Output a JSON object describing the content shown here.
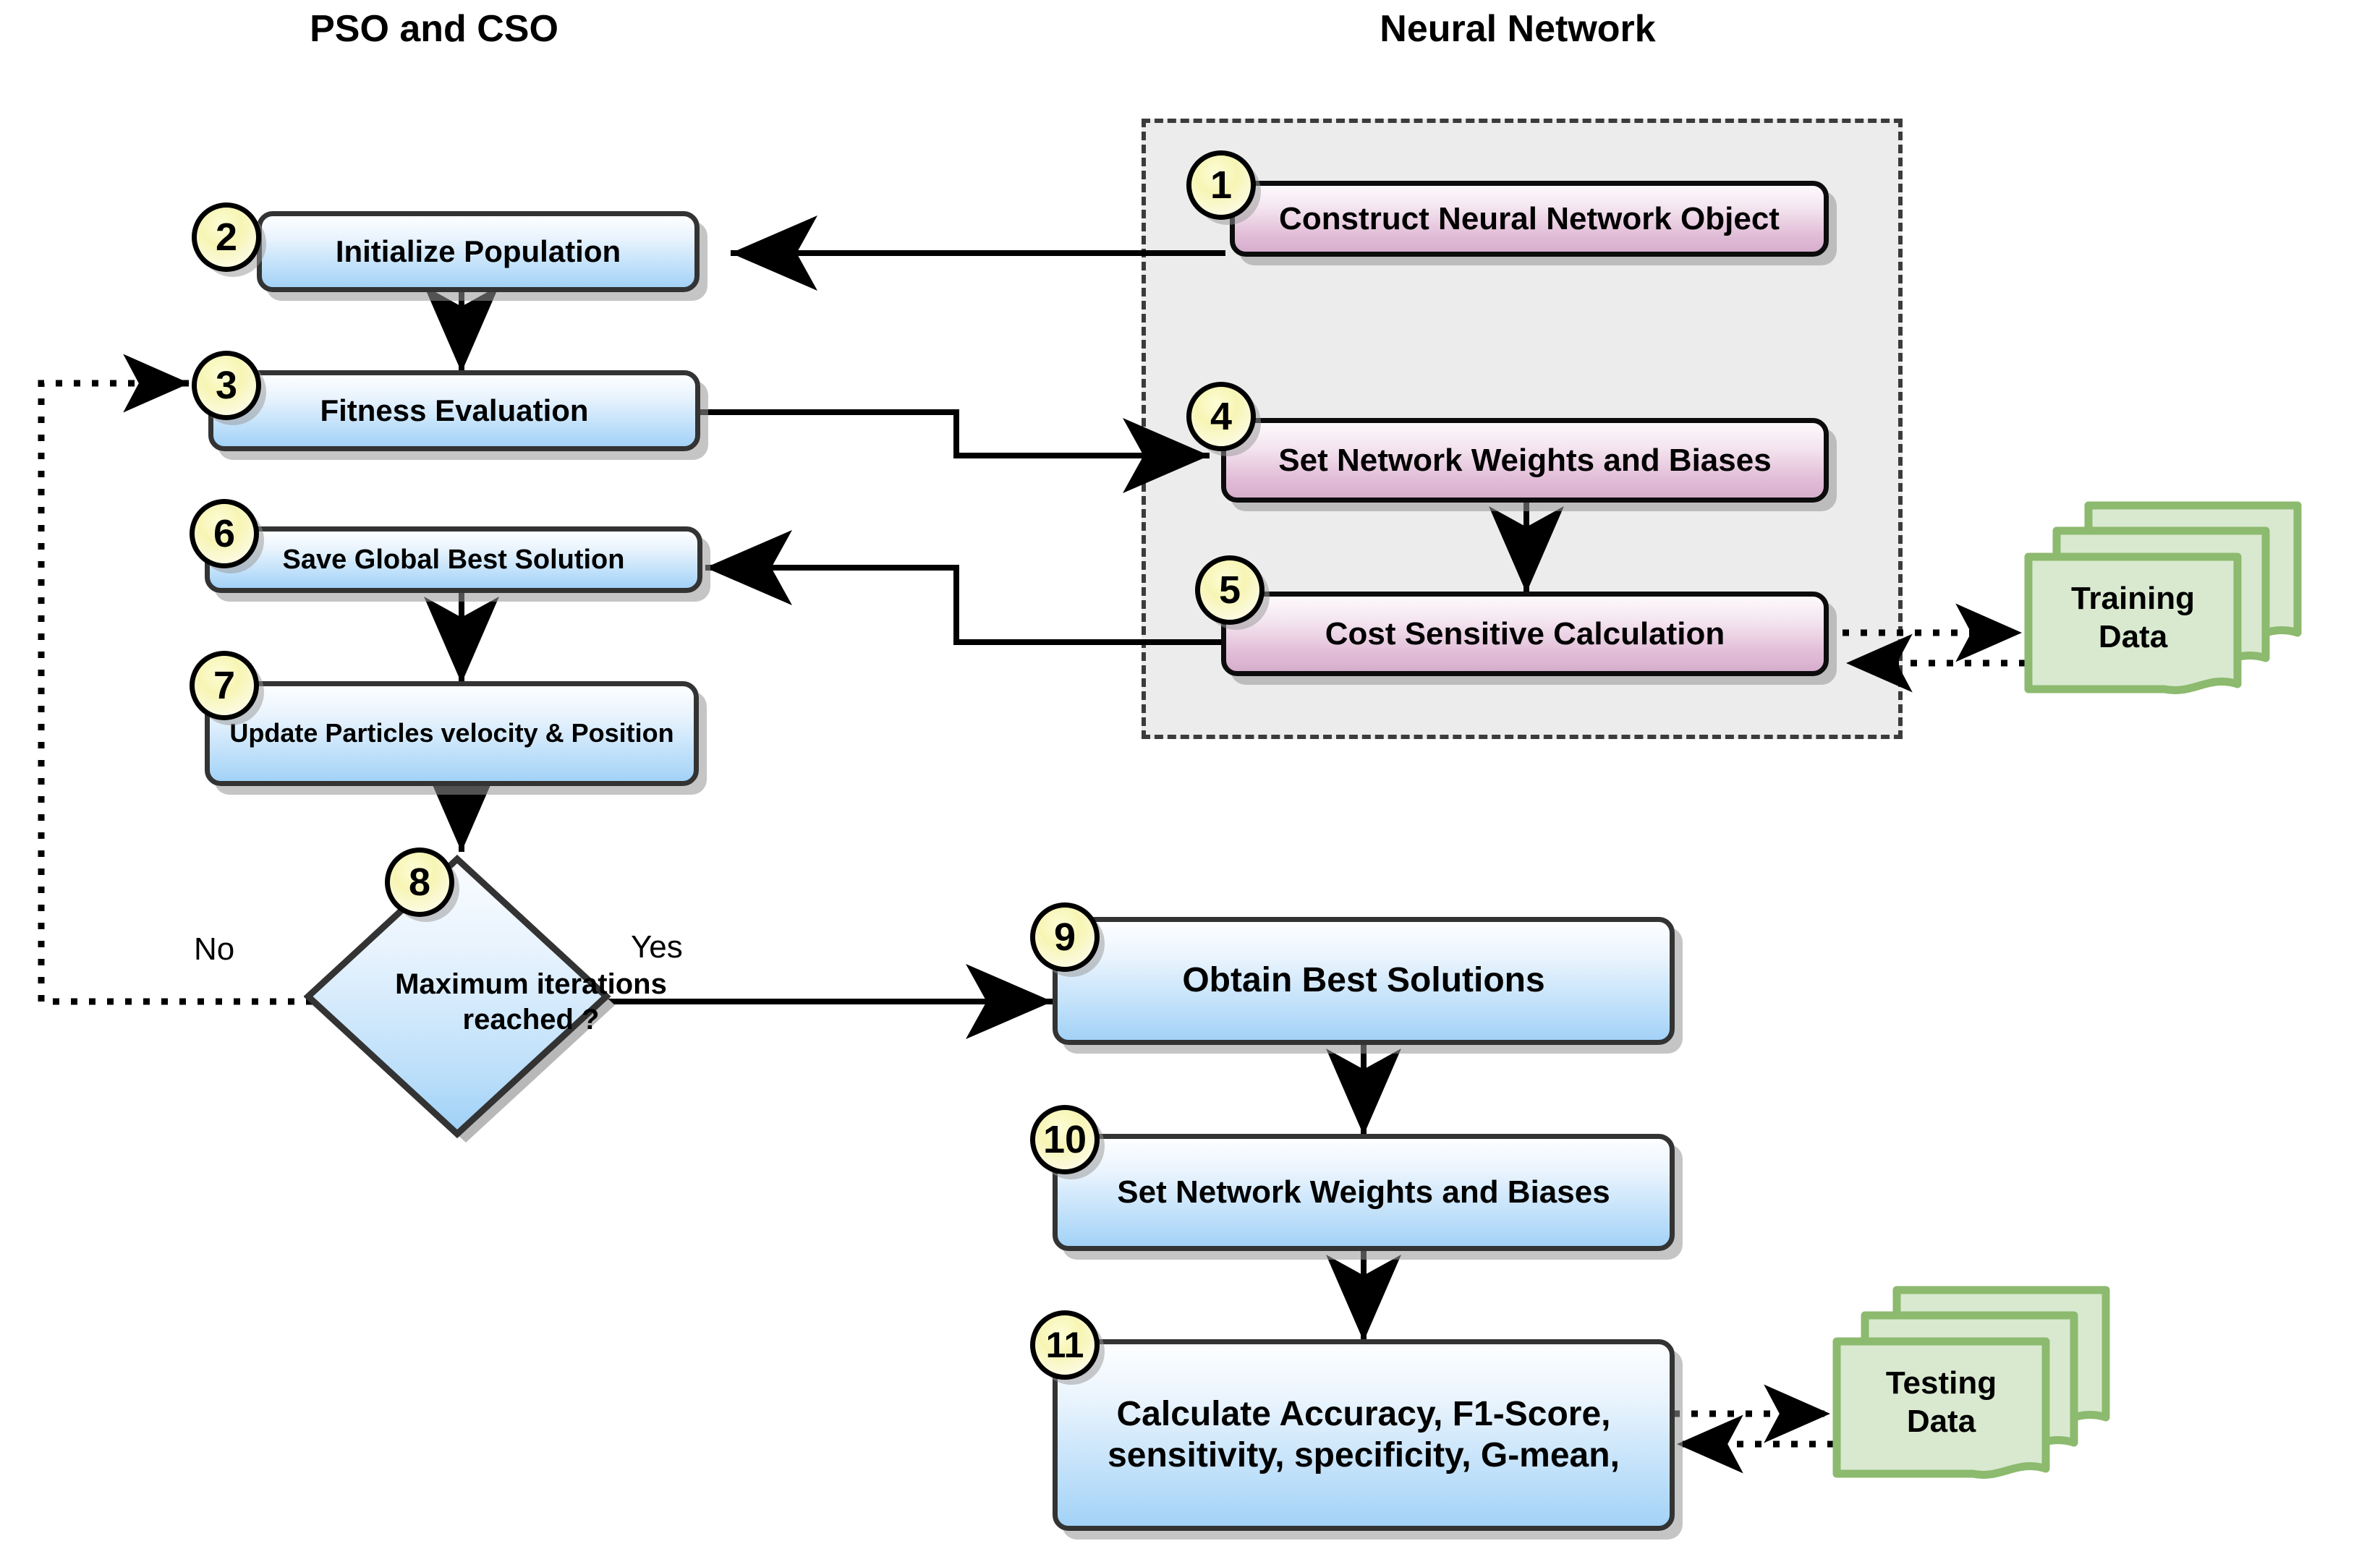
{
  "diagram": {
    "title_left": "PSO and CSO",
    "title_right": "Neural Network"
  },
  "nodes": {
    "n1": {
      "id": "1",
      "label": "Construct Neural Network Object",
      "shape": "process",
      "color": "pink"
    },
    "n2": {
      "id": "2",
      "label": "Initialize Population",
      "shape": "process",
      "color": "blue"
    },
    "n3": {
      "id": "3",
      "label": "Fitness Evaluation",
      "shape": "process",
      "color": "blue"
    },
    "n4": {
      "id": "4",
      "label": "Set Network Weights and Biases",
      "shape": "process",
      "color": "pink"
    },
    "n5": {
      "id": "5",
      "label": "Cost Sensitive Calculation",
      "shape": "process",
      "color": "pink"
    },
    "n6": {
      "id": "6",
      "label": "Save Global Best Solution",
      "shape": "process",
      "color": "blue"
    },
    "n7": {
      "id": "7",
      "label": "Update Particles velocity & Position",
      "shape": "process",
      "color": "blue"
    },
    "n8": {
      "id": "8",
      "label": "Maximum iterations reached ?",
      "shape": "decision",
      "color": "blue"
    },
    "n9": {
      "id": "9",
      "label": "Obtain Best Solutions",
      "shape": "process",
      "color": "blue"
    },
    "n10": {
      "id": "10",
      "label": "Set Network Weights and Biases",
      "shape": "process",
      "color": "blue"
    },
    "n11": {
      "id": "11",
      "label": "Calculate Accuracy, F1-Score, sensitivity, specificity, G-mean,",
      "shape": "process",
      "color": "blue"
    }
  },
  "data_stores": {
    "training": {
      "line1": "Training",
      "line2": "Data"
    },
    "testing": {
      "line1": "Testing",
      "line2": "Data"
    }
  },
  "edge_labels": {
    "no": "No",
    "yes": "Yes"
  },
  "colors": {
    "blue_fill_top": "#fdfeff",
    "blue_fill_bottom": "#a3d2f7",
    "pink_fill_top": "#fdf9fc",
    "pink_fill_bottom": "#d6aecd",
    "badge_fill": "#f7f5b4",
    "group_bg": "#ececec",
    "group_border": "#3b3b3b",
    "doc_fill": "#d9e9d0",
    "doc_border": "#8cba6e",
    "node_border": "#333333",
    "arrow": "#000000"
  }
}
